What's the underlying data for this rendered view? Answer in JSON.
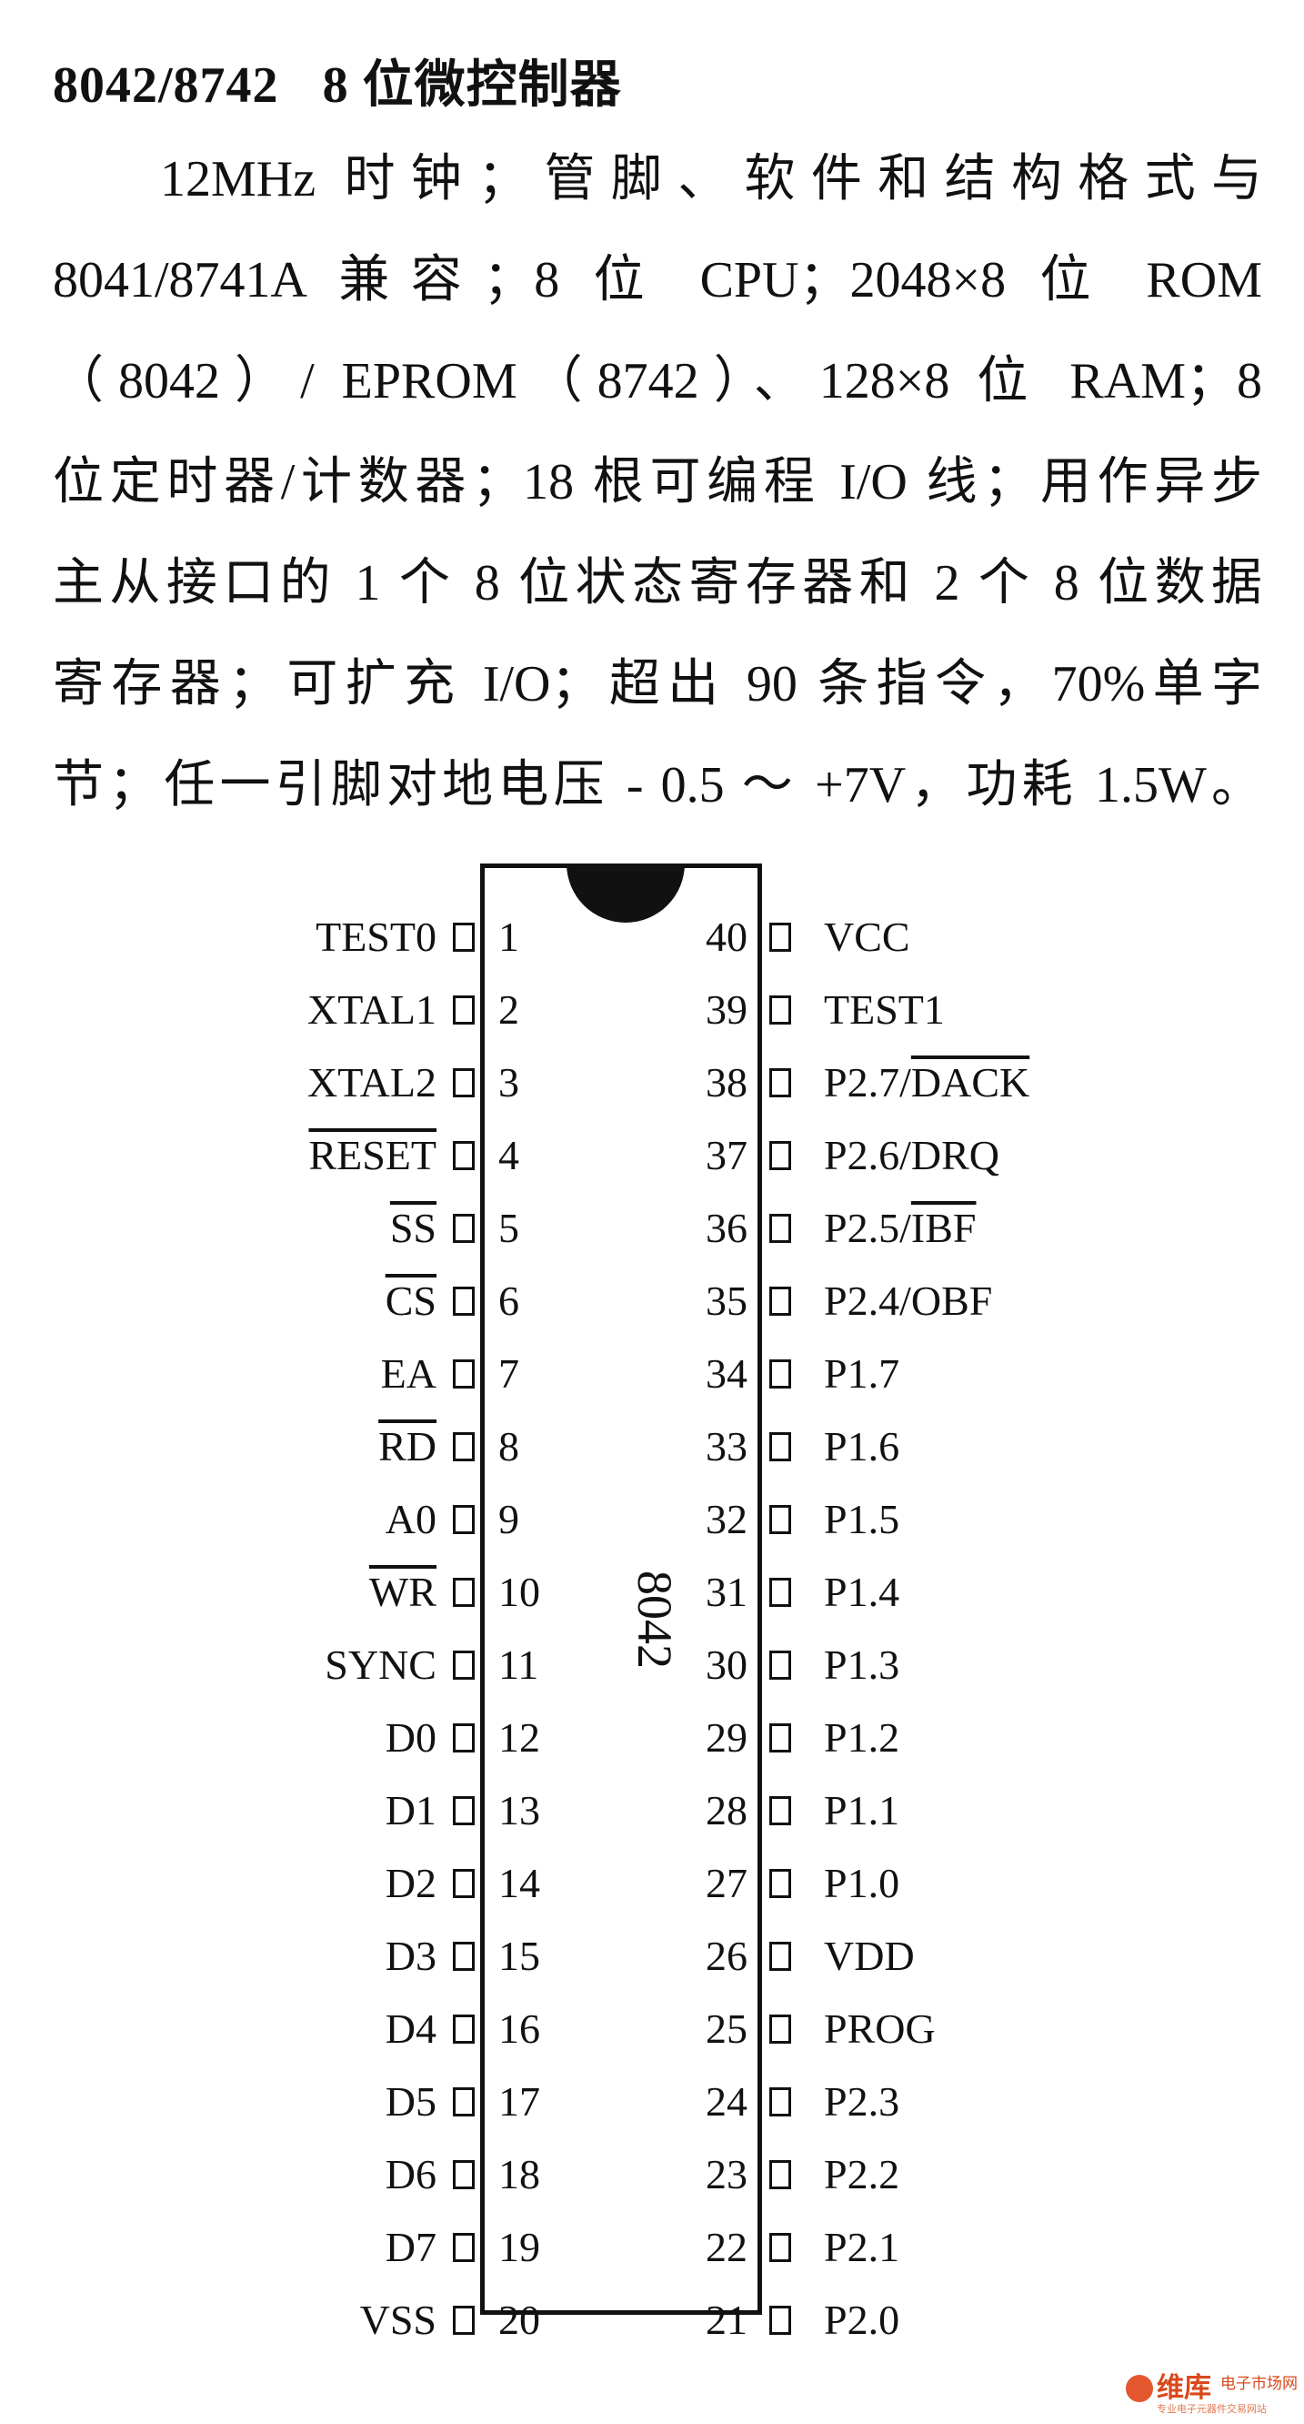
{
  "title": {
    "part": "8042/8742",
    "desc": "8 位微控制器"
  },
  "description_lines": [
    "12MHz 时钟；管脚、软件和结构格式与",
    "8041/8741A 兼容；8 位 CPU；2048×8 位 ROM",
    "（8042）/ EPROM（8742）、128×8 位 RAM；8",
    "位定时器/计数器；18 根可编程 I/O 线；用作异步",
    "主从接口的 1 个 8 位状态寄存器和 2 个 8 位数据",
    "寄存器；可扩充 I/O；超出 90 条指令，70%单字",
    "节；任一引脚对地电压 - 0.5  ～  +7V，功耗 1.5W。"
  ],
  "chip": {
    "label": "8042",
    "left_pins": [
      {
        "num": "1",
        "name": "TEST0",
        "bar": false
      },
      {
        "num": "2",
        "name": "XTAL1",
        "bar": false
      },
      {
        "num": "3",
        "name": "XTAL2",
        "bar": false
      },
      {
        "num": "4",
        "name": "RESET",
        "bar": true
      },
      {
        "num": "5",
        "name": "SS",
        "bar": true
      },
      {
        "num": "6",
        "name": "CS",
        "bar": true
      },
      {
        "num": "7",
        "name": "EA",
        "bar": false
      },
      {
        "num": "8",
        "name": "RD",
        "bar": true
      },
      {
        "num": "9",
        "name": "A0",
        "bar": false
      },
      {
        "num": "10",
        "name": "WR",
        "bar": true
      },
      {
        "num": "11",
        "name": "SYNC",
        "bar": false
      },
      {
        "num": "12",
        "name": "D0",
        "bar": false
      },
      {
        "num": "13",
        "name": "D1",
        "bar": false
      },
      {
        "num": "14",
        "name": "D2",
        "bar": false
      },
      {
        "num": "15",
        "name": "D3",
        "bar": false
      },
      {
        "num": "16",
        "name": "D4",
        "bar": false
      },
      {
        "num": "17",
        "name": "D5",
        "bar": false
      },
      {
        "num": "18",
        "name": "D6",
        "bar": false
      },
      {
        "num": "19",
        "name": "D7",
        "bar": false
      },
      {
        "num": "20",
        "name": "VSS",
        "bar": false
      }
    ],
    "right_pins": [
      {
        "num": "40",
        "name": "VCC",
        "bar_part": ""
      },
      {
        "num": "39",
        "name": "TEST1",
        "bar_part": ""
      },
      {
        "num": "38",
        "name": "P2.7/",
        "bar_part": "DACK"
      },
      {
        "num": "37",
        "name": "P2.6/DRQ",
        "bar_part": ""
      },
      {
        "num": "36",
        "name": "P2.5/",
        "bar_part": "IBF"
      },
      {
        "num": "35",
        "name": "P2.4/OBF",
        "bar_part": ""
      },
      {
        "num": "34",
        "name": "P1.7",
        "bar_part": ""
      },
      {
        "num": "33",
        "name": "P1.6",
        "bar_part": ""
      },
      {
        "num": "32",
        "name": "P1.5",
        "bar_part": ""
      },
      {
        "num": "31",
        "name": "P1.4",
        "bar_part": ""
      },
      {
        "num": "30",
        "name": "P1.3",
        "bar_part": ""
      },
      {
        "num": "29",
        "name": "P1.2",
        "bar_part": ""
      },
      {
        "num": "28",
        "name": "P1.1",
        "bar_part": ""
      },
      {
        "num": "27",
        "name": "P1.0",
        "bar_part": ""
      },
      {
        "num": "26",
        "name": "VDD",
        "bar_part": ""
      },
      {
        "num": "25",
        "name": "PROG",
        "bar_part": ""
      },
      {
        "num": "24",
        "name": "P2.3",
        "bar_part": ""
      },
      {
        "num": "23",
        "name": "P2.2",
        "bar_part": ""
      },
      {
        "num": "22",
        "name": "P2.1",
        "bar_part": ""
      },
      {
        "num": "21",
        "name": "P2.0",
        "bar_part": ""
      }
    ]
  },
  "watermark": {
    "main": "维库",
    "side": "电子市场网",
    "sub": "专业电子元器件交易网站",
    "color": "#d9481c"
  }
}
